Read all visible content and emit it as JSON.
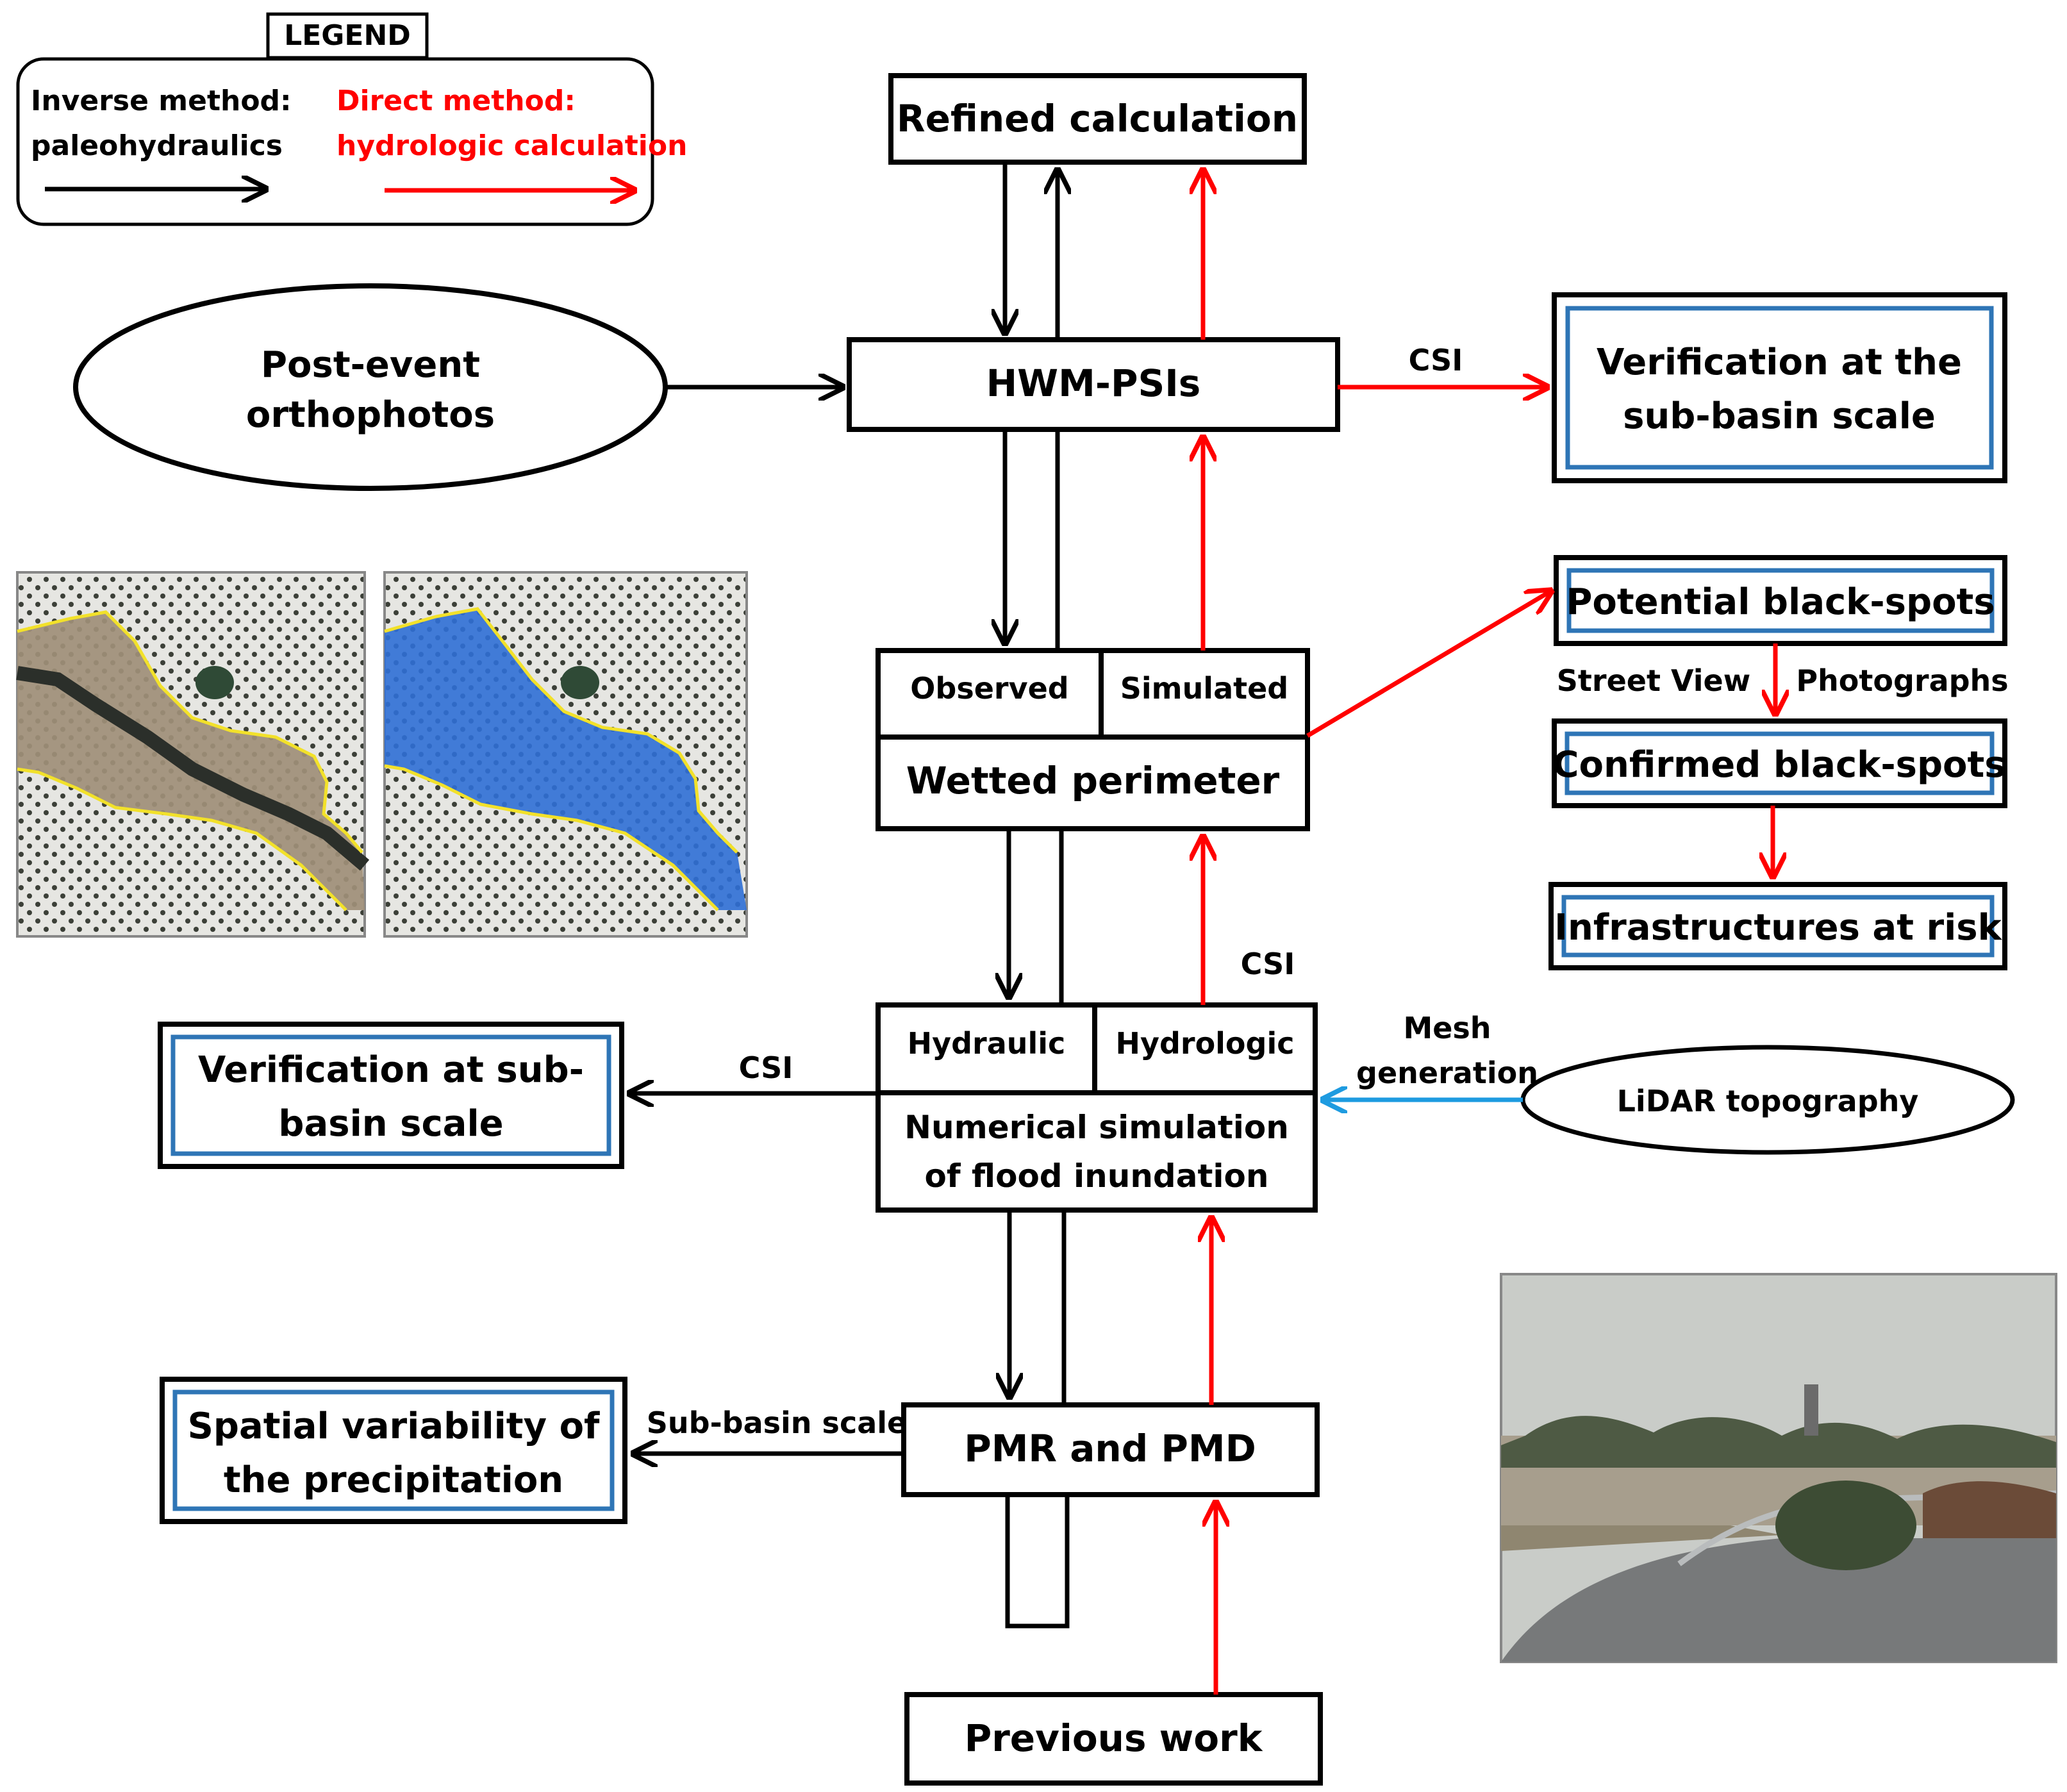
{
  "colors": {
    "black_arrow": "#000000",
    "red_arrow": "#ff0000",
    "blue_arrow": "#1e9be0",
    "blue_frame": "#2e75b6",
    "legend_red_text": "#ff0000"
  },
  "legend": {
    "title": "LEGEND",
    "inverse_line1": "Inverse method:",
    "inverse_line2": "paleohydraulics",
    "direct_line1": "Direct method:",
    "direct_line2": "hydrologic calculation"
  },
  "nodes": {
    "refined_calculation": "Refined calculation",
    "hwm_psis": "HWM-PSIs",
    "post_event_line1": "Post-event",
    "post_event_line2": "orthophotos",
    "verification_subbasin_line1": "Verification at the",
    "verification_subbasin_line2": "sub-basin scale",
    "potential_black_spots": "Potential black-spots",
    "street_view": "Street View",
    "photographs": "Photographs",
    "confirmed_black_spots": "Confirmed black-spots",
    "infrastructures_at_risk": "Infrastructures at risk",
    "observed": "Observed",
    "simulated": "Simulated",
    "wetted_perimeter": "Wetted perimeter",
    "hydraulic": "Hydraulic",
    "hydrologic": "Hydrologic",
    "numerical_line1": "Numerical simulation",
    "numerical_line2": "of flood inundation",
    "verification_left_line1": "Verification at sub-",
    "verification_left_line2": "basin scale",
    "mesh_line1": "Mesh",
    "mesh_line2": "generation",
    "lidar": "LiDAR topography",
    "pmr_pmd": "PMR and PMD",
    "spatial_line1": "Spatial variability of",
    "spatial_line2": "the precipitation",
    "sub_basin_scale": "Sub-basin scale",
    "previous_work": "Previous work"
  },
  "edge_labels": {
    "csi_hwm": "CSI",
    "csi_wetted": "CSI",
    "csi_numerical": "CSI"
  },
  "images": {
    "ortho_left": "orthophoto-with-yellow-boundary",
    "ortho_right": "orthophoto-with-blue-flood-extent",
    "flood_photo": "flooded-road-photograph"
  }
}
